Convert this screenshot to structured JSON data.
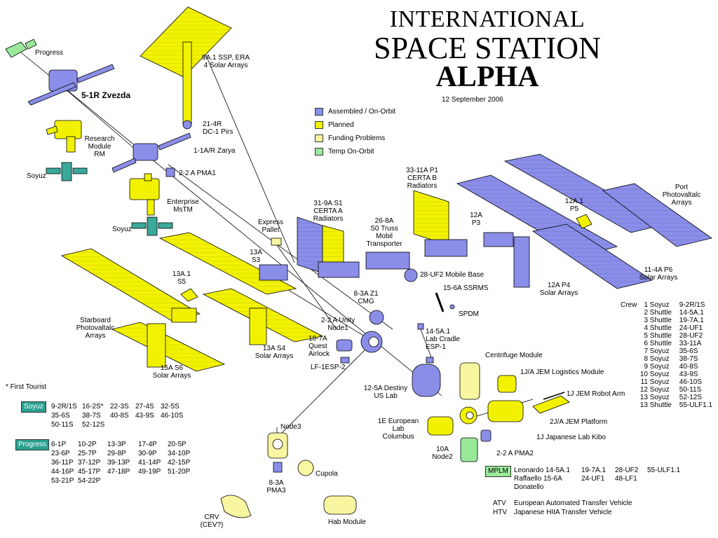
{
  "title": {
    "line1": "INTERNATIONAL",
    "line2": "SPACE STATION",
    "line3": "ALPHA"
  },
  "date": "12 September 2006",
  "legend": [
    {
      "label": "Assembled / On-Orbit",
      "color": "#8a8ee8"
    },
    {
      "label": "Planned",
      "color": "#f2f200"
    },
    {
      "label": "Funding Problems",
      "color": "#f8f6a0"
    },
    {
      "label": "Temp On-Orbit",
      "color": "#9ae89a"
    }
  ],
  "colors": {
    "assembled": "#8a8ee8",
    "planned": "#f2f200",
    "funding": "#f8f6a0",
    "temp": "#9ae89a",
    "soyuz": "#3aa89a",
    "tag_bg": "#2aa090"
  },
  "modules": {
    "progress": "Progress",
    "zvezda": "5-1R Zvezda",
    "rm": [
      "Research",
      "Module",
      "RM"
    ],
    "soyuz1": "Soyuz",
    "ssp": [
      "9A.1 SSP, ERA",
      "4 Solar Arrays"
    ],
    "pirs": [
      "21-4R",
      "DC-1 Pirs"
    ],
    "zarya": "1-1A/R Zarya",
    "pma1": "2-2 A PMA1",
    "mstm": [
      "Enterprise",
      "MsTM"
    ],
    "soyuz2": "Soyuz",
    "express": [
      "Express",
      "Pallet"
    ],
    "s3": [
      "13A",
      "S3"
    ],
    "s5": [
      "13A.1",
      "S5"
    ],
    "starboard": [
      "Starboard",
      "Photovaltalc",
      "Arrays"
    ],
    "s4": [
      "13A S4",
      "Solar Arrays"
    ],
    "s6": [
      "15A S6",
      "Solar Arrays"
    ],
    "s1": [
      "31-9A S1",
      "CERTA A",
      "Radiators"
    ],
    "s0": [
      "26-8A",
      "S0 Truss",
      "Mobil",
      "Transporter"
    ],
    "p1": [
      "33-11A P1",
      "CERTA B",
      "Radiators"
    ],
    "p3": [
      "12A",
      "P3"
    ],
    "p5": [
      "12A.1",
      "P5"
    ],
    "port": [
      "Port",
      "Photovaltalc",
      "Arrays"
    ],
    "p6": [
      "11-4A P6",
      "Solar Arrays"
    ],
    "p4": [
      "12A P4",
      "Solar Arrays"
    ],
    "mobilebase": "28-UF2 Mobile Base",
    "ssrms": "15-6A SSRMS",
    "spdm": "SPDM",
    "z1": [
      "8-3A Z1",
      "CMG"
    ],
    "unity": [
      "2-2 A Unity",
      "Node1"
    ],
    "quest": [
      "18-7A",
      "Quest",
      "Airlock"
    ],
    "lfesp2": "LF-1ESP-2",
    "cradle": [
      "14-5A.1",
      "Lab Cradle",
      "ESP-1"
    ],
    "destiny": [
      "12-5A Destiny",
      "US Lab"
    ],
    "centrifuge": "Centrifuge Module",
    "jemlog": "1J/A JEM Logistics Module",
    "jemarm": "1J JEM Robot Arm",
    "jemplat": "2J/A JEM Platform",
    "kibo": "1J Japanese Lab Kibo",
    "columbus": [
      "1E European",
      "Lab",
      "Columbus"
    ],
    "node2": [
      "10A",
      "Node2"
    ],
    "pma2": "2-2 A PMA2",
    "node3": "Node3",
    "cupola": "Cupola",
    "pma3": [
      "8-3A",
      "PMA3"
    ],
    "crv": [
      "CRV",
      "(CEV?)"
    ],
    "hab": "Hab Module"
  },
  "first_tourist": "* First Tourist",
  "soyuz_flights": {
    "label": "Soyuz",
    "rows": [
      [
        "9-2R/1S",
        "16-2S*",
        "22-3S",
        "27-4S",
        "32-5S"
      ],
      [
        "35-6S",
        "38-7S",
        "40-8S",
        "43-9S",
        "46-10S"
      ],
      [
        "50-11S",
        "52-12S"
      ]
    ]
  },
  "progress_flights": {
    "label": "Progress",
    "rows": [
      [
        "6-1P",
        "10-2P",
        "13-3P",
        "17-4P",
        "20-5P"
      ],
      [
        "23-6P",
        "25-7P",
        "29-8P",
        "30-9P",
        "34-10P"
      ],
      [
        "36-11P",
        "37-12P",
        "39-13P",
        "41-14P",
        "42-15P"
      ],
      [
        "44-16P",
        "45-17P",
        "47-18P",
        "49-19P",
        "51-20P"
      ],
      [
        "53-21P",
        "54-22P"
      ]
    ]
  },
  "crew": {
    "label": "Crew",
    "rows": [
      [
        "1",
        "Soyuz",
        "9-2R/1S"
      ],
      [
        "2",
        "Shuttle",
        "14-5A.1"
      ],
      [
        "3",
        "Shuttle",
        "19-7A.1"
      ],
      [
        "4",
        "Shuttle",
        "24-UF1"
      ],
      [
        "5",
        "Shuttle",
        "28-UF2"
      ],
      [
        "6",
        "Shuttle",
        "33-11A"
      ],
      [
        "7",
        "Soyuz",
        "35-6S"
      ],
      [
        "8",
        "Soyuz",
        "38-7S"
      ],
      [
        "9",
        "Soyuz",
        "40-8S"
      ],
      [
        "10",
        "Soyuz",
        "43-9S"
      ],
      [
        "11",
        "Soyuz",
        "46-10S"
      ],
      [
        "12",
        "Soyuz",
        "50-11S"
      ],
      [
        "13",
        "Soyuz",
        "52-12S"
      ],
      [
        "13",
        "Shuttle",
        "55-ULF1.1"
      ]
    ]
  },
  "mplm": {
    "label": "MPLM",
    "rows": [
      [
        "Leonardo 14-5A.1",
        "19-7A.1",
        "28-UF2",
        "55-ULF1.1"
      ],
      [
        "Raffaello 15-6A",
        "24-UF1",
        "48-LF1",
        ""
      ],
      [
        "Donatello",
        "",
        "",
        ""
      ]
    ]
  },
  "acronyms": [
    {
      "abbr": "ATV",
      "desc": "European Automated Transfer Vehicle"
    },
    {
      "abbr": "HTV",
      "desc": "Japanese HIIA Transfer Vehicle"
    }
  ]
}
